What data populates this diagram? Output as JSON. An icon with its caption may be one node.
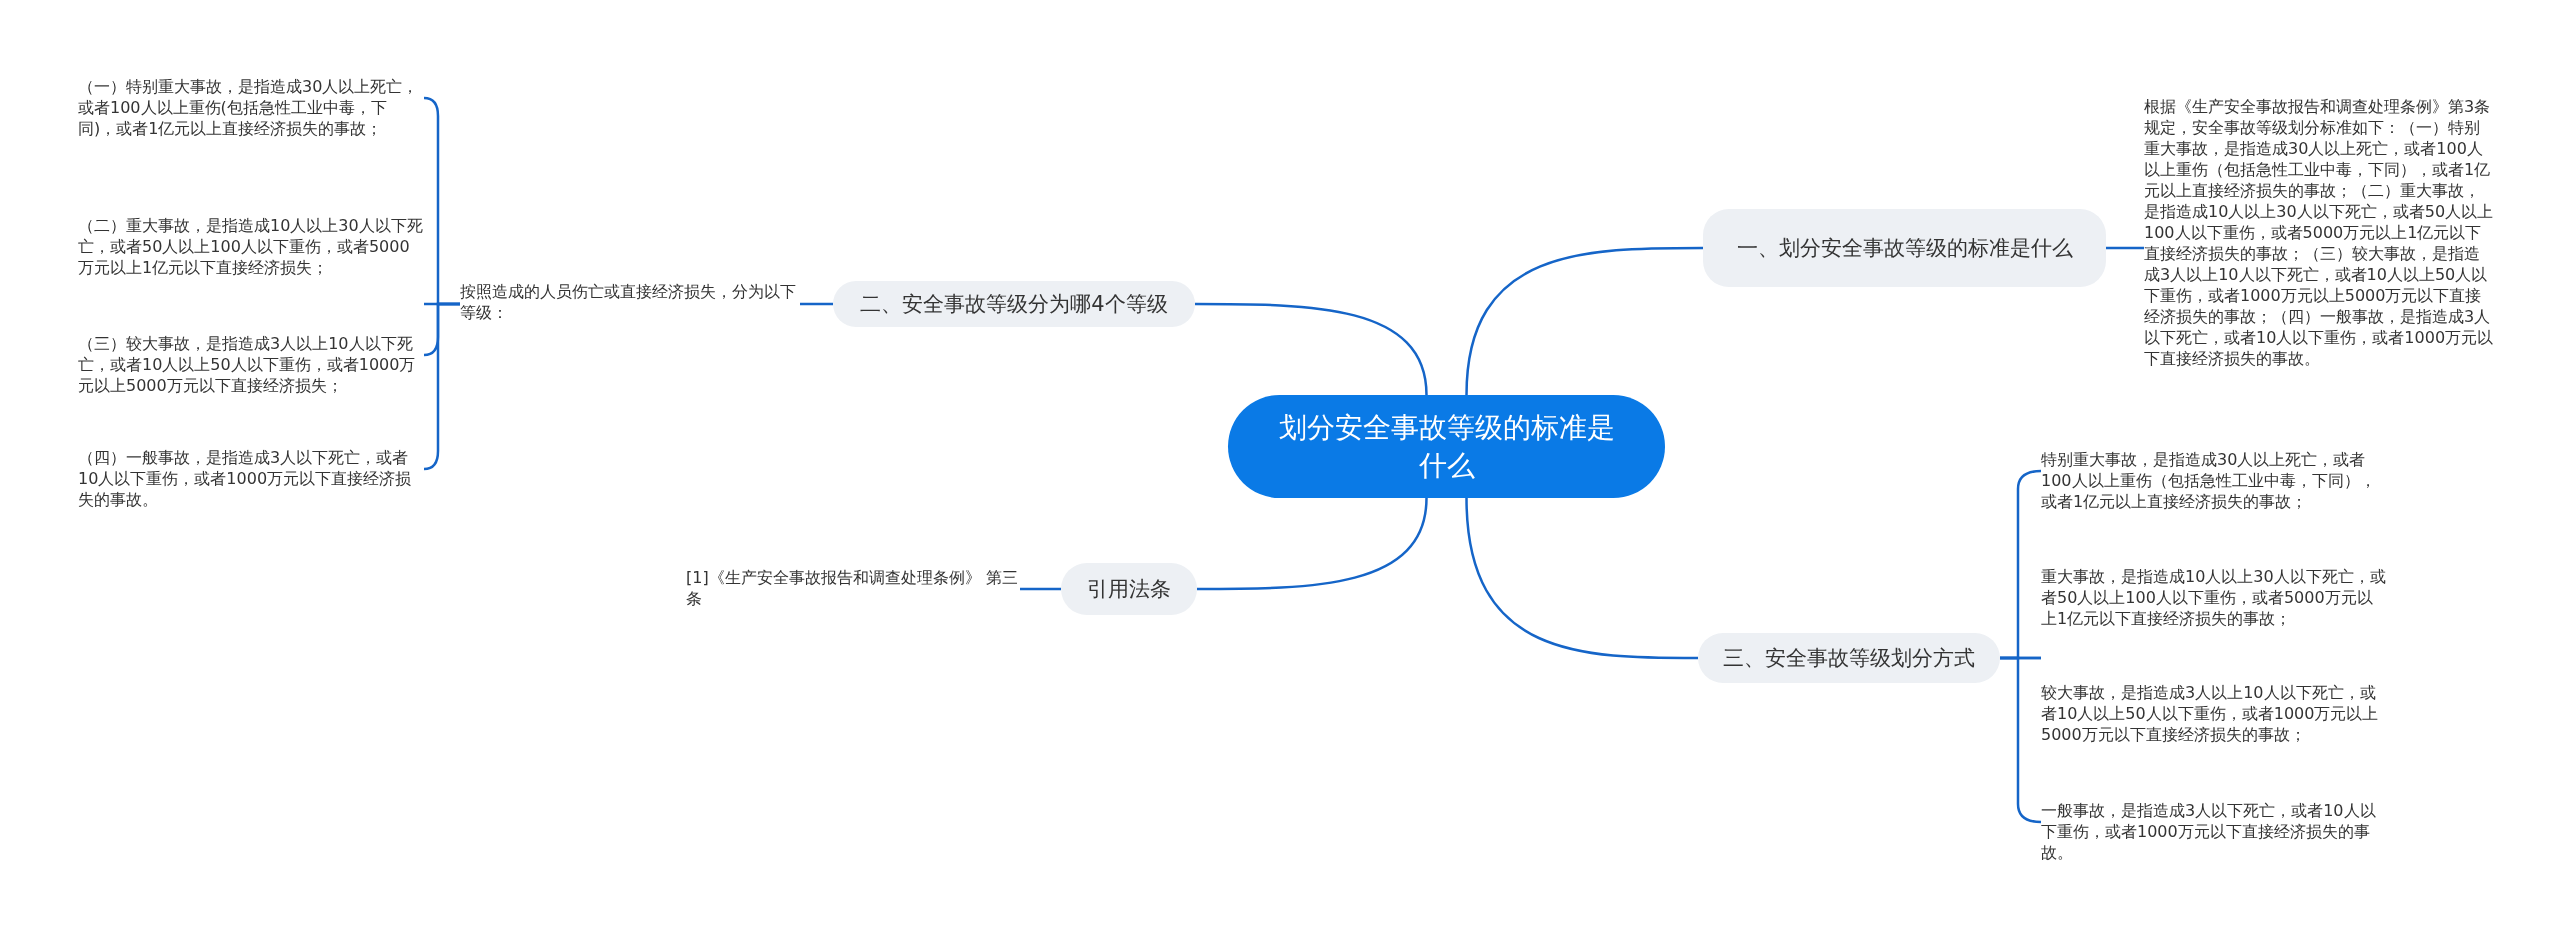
{
  "diagram": {
    "nodes": [
      {
        "text": [
          "划分安全事故等级的标准是什么"
        ]
      },
      {
        "text": [
          "一、划分安全事故等级的标准是什么"
        ]
      },
      {
        "text": [
          "根据《生产安全事故报告和调查处理条例》第3条规定，安全事故等级划分标准如下：（一）特别重大事故，是指造成30人以上死亡，或者100人以上重伤（包括急性工业中毒，下同），或者1亿元以上直接经济损失的事故；（二）重大事故，是指造成10人以上30人以下死亡，或者50人以上100人以下重伤，或者5000万元以上1亿元以下直接经济损失的事故；（三）较大事故，是指造成3人以上10人以下死亡，或者10人以上50人以下重伤，或者1000万元以上5000万元以下直接经济损失的事故；（四）一般事故，是指造成3人以下死亡，或者10人以下重伤，或者1000万元以下直接经济损失的事故。"
        ]
      },
      {
        "text": [
          "二、安全事故等级分为哪4个等级"
        ]
      },
      {
        "text": [
          "按照造成的人员伤亡或直接经济损失，分为以下等级："
        ]
      },
      {
        "text": [
          "（一）特别重大事故，是指造成30人以上死亡，或者100人以上重伤(包括急性工业中毒，下同)，或者1亿元以上直接经济损失的事故；"
        ]
      },
      {
        "text": [
          "（二）重大事故，是指造成10人以上30人以下死亡，或者50人以上100人以下重伤，或者5000万元以上1亿元以下直接经济损失；"
        ]
      },
      {
        "text": [
          "（三）较大事故，是指造成3人以上10人以下死亡，或者10人以上50人以下重伤，或者1000万元以上5000万元以下直接经济损失；"
        ]
      },
      {
        "text": [
          "（四）一般事故，是指造成3人以下死亡，或者10人以下重伤，或者1000万元以下直接经济损失的事故。"
        ]
      },
      {
        "text": [
          "引用法条"
        ]
      },
      {
        "text": [
          "[1]《生产安全事故报告和调查处理条例》 第三条"
        ]
      },
      {
        "text": [
          "三、安全事故等级划分方式"
        ]
      },
      {
        "text": [
          "特别重大事故，是指造成30人以上死亡，或者100人以上重伤（包括急性工业中毒，下同），或者1亿元以上直接经济损失的事故；"
        ]
      },
      {
        "text": [
          "重大事故，是指造成10人以上30人以下死亡，或者50人以上100人以下重伤，或者5000万元以上1亿元以下直接经济损失的事故；"
        ]
      },
      {
        "text": [
          "较大事故，是指造成3人以上10人以下死亡，或者10人以上50人以下重伤，或者1000万元以上5000万元以下直接经济损失的事故；"
        ]
      },
      {
        "text": [
          "一般事故，是指造成3人以下死亡，或者10人以下重伤，或者1000万元以下直接经济损失的事故。"
        ]
      }
    ],
    "edges": [
      {
        "from": 0,
        "to": 1,
        "arrow": "none"
      },
      {
        "from": 1,
        "to": 2,
        "arrow": "none"
      },
      {
        "from": 0,
        "to": 3,
        "arrow": "none"
      },
      {
        "from": 3,
        "to": 4,
        "arrow": "none"
      },
      {
        "from": 4,
        "to": 5,
        "arrow": "none"
      },
      {
        "from": 4,
        "to": 6,
        "arrow": "none"
      },
      {
        "from": 4,
        "to": 7,
        "arrow": "none"
      },
      {
        "from": 4,
        "to": 8,
        "arrow": "none"
      },
      {
        "from": 0,
        "to": 9,
        "arrow": "none"
      },
      {
        "from": 9,
        "to": 10,
        "arrow": "none"
      },
      {
        "from": 0,
        "to": 11,
        "arrow": "none"
      },
      {
        "from": 11,
        "to": 12,
        "arrow": "none"
      },
      {
        "from": 11,
        "to": 13,
        "arrow": "none"
      },
      {
        "from": 11,
        "to": 14,
        "arrow": "none"
      },
      {
        "from": 11,
        "to": 15,
        "arrow": "none"
      }
    ]
  }
}
